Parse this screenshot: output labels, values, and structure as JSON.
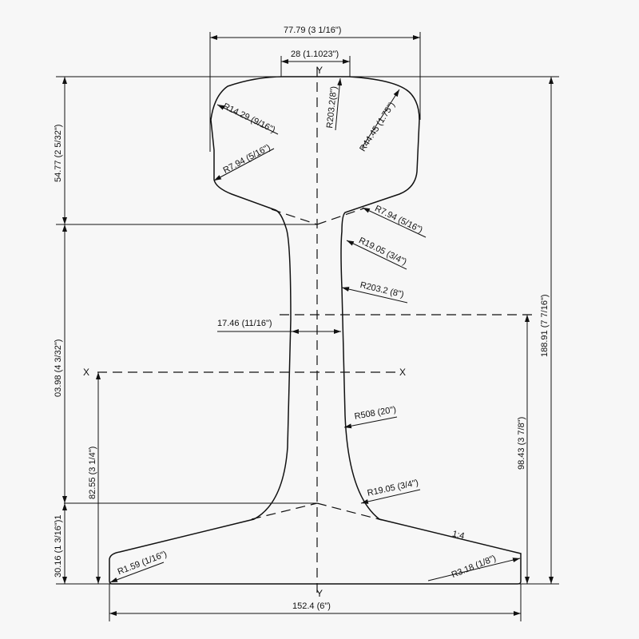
{
  "drawing": {
    "title": "Rail cross-section profile with dimensions",
    "axes": {
      "y_top": "Y",
      "y_bottom": "Y",
      "x_left": "X",
      "x_right": "X"
    },
    "dimensions": {
      "head_width": "77.79 (3 1/16\")",
      "crown_flat": "28 (1.1023\")",
      "head_height": "54.77 (2 5/32\")",
      "web_height": "03.98 (4 3/32\")",
      "base_height": "30.16 (1 3/16\")1",
      "neutral_axis_height": "82.55 (3 1/4\")",
      "total_height": "188.91 (7 7/16\")",
      "shear_center_height": "98.43 (3 7/8\")",
      "web_thickness": "17.46 (11/16\")",
      "base_width": "152.4 (6\")"
    },
    "radii": {
      "head_corner_top_left": "R14.29 (9/16\")",
      "head_corner_bottom_left": "R7.94 (5/16\")",
      "crown": "R203.2(8\")",
      "head_corner_top_right": "R44.45 (1.75\")",
      "head_underside_right": "R7.94 (5/16\")",
      "web_top_fillet": "R19.05 (3/4\")",
      "web_upper": "R203.2 (8\")",
      "web_lower": "R508 (20\")",
      "web_bottom_fillet": "R19.05 (3/4\")",
      "base_edge_left": "R1.59 (1/16\")",
      "base_edge_right": "R3.18 (1/8\")"
    },
    "slope": "1:4"
  }
}
